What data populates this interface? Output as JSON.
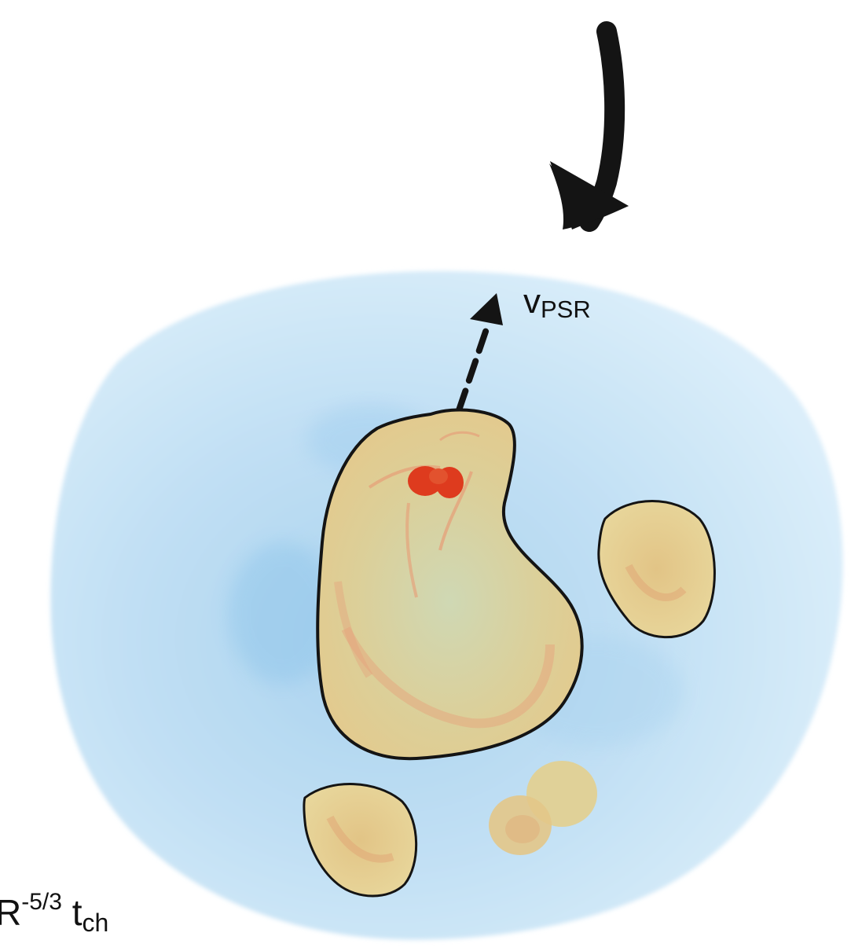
{
  "labels": {
    "velocity": {
      "symbol": "v",
      "subscript": "PSR"
    },
    "timescale": {
      "fragment": "R",
      "exponent": "-5/3",
      "symbol": "t",
      "subscript": "ch"
    }
  },
  "colors": {
    "ejecta_blue": "#bcdcf2",
    "ejecta_deep_blue": "#8ec6ea",
    "nebula_yellow": "#e0d195",
    "nebula_orange": "#e3a776",
    "pulsar_red": "#de3b1e",
    "ink": "#141414"
  },
  "icons": {
    "incoming_arrow": "down-left-arrow-icon",
    "pulsar_arrow": "dashed-up-arrow-icon",
    "pulsar": "pulsar-blob-icon"
  }
}
